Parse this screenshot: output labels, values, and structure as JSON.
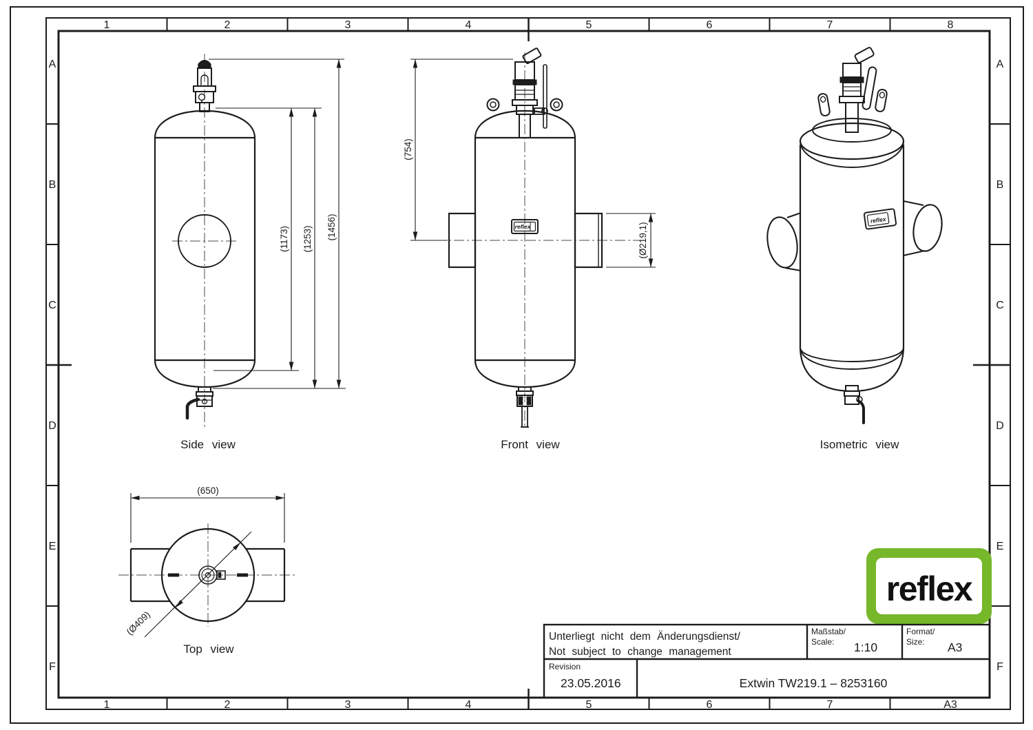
{
  "zones": {
    "cols": [
      "1",
      "2",
      "3",
      "4",
      "5",
      "6",
      "7",
      "8"
    ],
    "rows": [
      "A",
      "B",
      "C",
      "D",
      "E",
      "F"
    ],
    "corner": "A3"
  },
  "views": {
    "side": "Side view",
    "front": "Front view",
    "isometric": "Isometric view",
    "top": "Top view"
  },
  "dims": {
    "side_shell": "(1173)",
    "side_mid": "(1253)",
    "side_total": "(1456)",
    "front_height": "(754)",
    "front_nozzle": "(Ø219,1)",
    "top_width": "(650)",
    "top_diameter": "(Ø409)"
  },
  "title_block": {
    "disclaimer_line1": "Unterliegt nicht dem Änderungsdienst/",
    "disclaimer_line2": "Not subject to change management",
    "scale_label_de": "Maßstab/",
    "scale_label_en": "Scale:",
    "scale_value": "1:10",
    "format_label_de": "Format/",
    "format_label_en": "Size:",
    "format_value": "A3",
    "revision_label": "Revision",
    "revision_date": "23.05.2016",
    "drawing_title": "Extwin TW219.1 – 8253160"
  },
  "logo": {
    "text": "reflex",
    "color": "#76b82a"
  },
  "nameplate": {
    "text": "reflex"
  }
}
